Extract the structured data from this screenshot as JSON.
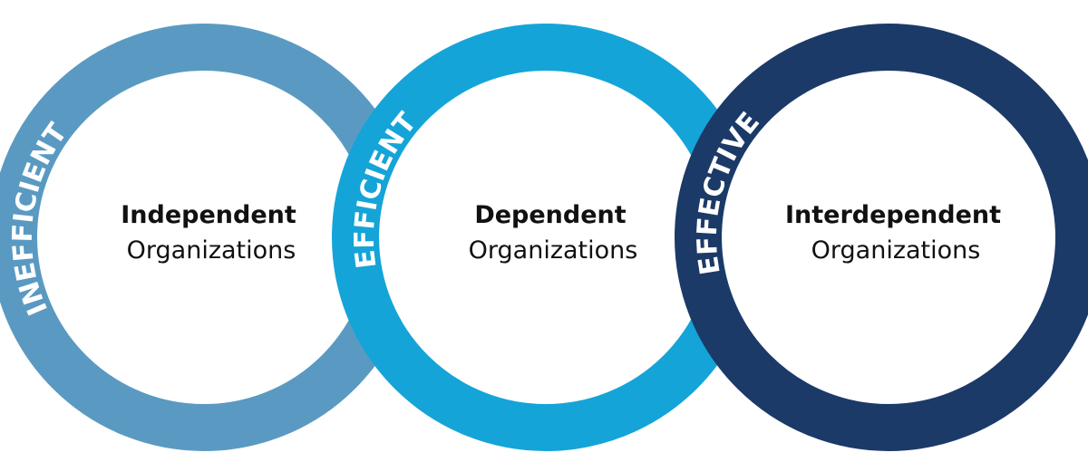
{
  "diagram": {
    "stages": [
      {
        "arc_label": "INEFFICIENT",
        "title": "Independent",
        "subtitle": "Organizations",
        "ring_color": "#5a9ac2",
        "label_color": "#ffffff"
      },
      {
        "arc_label": "EFFICIENT",
        "title": "Dependent",
        "subtitle": "Organizations",
        "ring_color": "#14a4d8",
        "label_color": "#ffffff"
      },
      {
        "arc_label": "EFFECTIVE",
        "title": "Interdependent",
        "subtitle": "Organizations",
        "ring_color": "#1b3a68",
        "label_color": "#ffffff"
      }
    ],
    "background": "#ffffff",
    "inner_fill": "#ffffff",
    "text_color": "#111111"
  }
}
